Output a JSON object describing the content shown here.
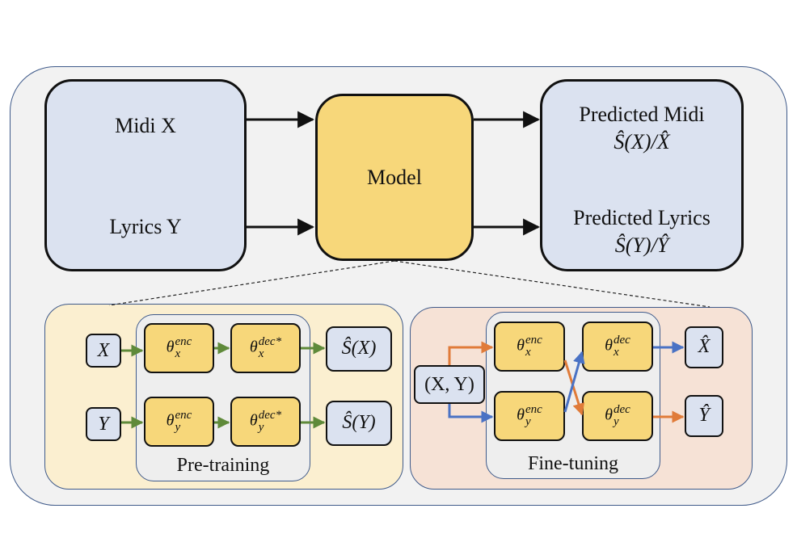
{
  "input_box": {
    "midi": "Midi X",
    "lyrics": "Lyrics Y"
  },
  "model_box": {
    "label": "Model"
  },
  "output_box": {
    "predicted_midi": "Predicted Midi",
    "predicted_midi_formula": "Ŝ(X)/X̂",
    "predicted_lyrics": "Predicted Lyrics",
    "predicted_lyrics_formula": "Ŝ(Y)/Ŷ"
  },
  "pretraining": {
    "label": "Pre-training",
    "input_x": "X",
    "input_y": "Y",
    "enc_x": "θ_x^enc",
    "enc_y": "θ_y^enc",
    "dec_x": "θ_x^dec*",
    "dec_y": "θ_y^dec*",
    "out_x": "Ŝ(X)",
    "out_y": "Ŝ(Y)"
  },
  "finetuning": {
    "label": "Fine-tuning",
    "input_pair": "(X, Y)",
    "enc_x": "θ_x^enc",
    "enc_y": "θ_y^enc",
    "dec_x": "θ_x^dec",
    "dec_y": "θ_y^dec",
    "out_x": "X̂",
    "out_y": "Ŷ"
  },
  "colors": {
    "green_arrow": "#5f8a3a",
    "orange_arrow": "#e07b39",
    "blue_arrow": "#4a72c4",
    "box_blue": "#dbe2f0",
    "box_gold": "#f7d77a"
  }
}
